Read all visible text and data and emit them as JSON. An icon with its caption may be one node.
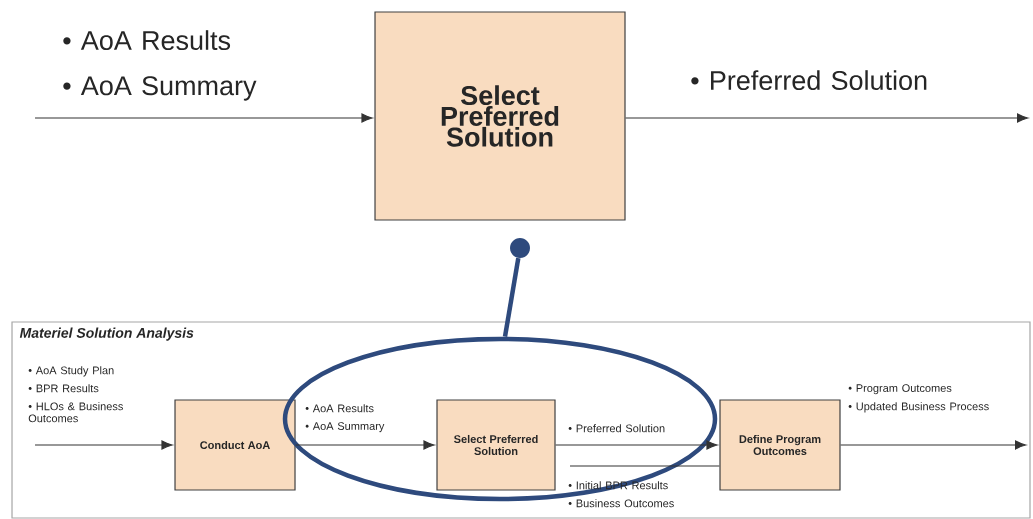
{
  "diagram": {
    "nodes": [
      {
        "text": [
          "Select Preferred Solution"
        ]
      },
      {
        "text": [
          "Materiel Solution Analysis"
        ]
      },
      {
        "text": [
          "Conduct AoA"
        ],
        "in": 1
      },
      {
        "text": [
          "Select Preferred Solution"
        ],
        "in": 5
      },
      {
        "text": [
          "Define Program Outcomes"
        ],
        "in": 1
      },
      {
        "text": [],
        "shape": "ellipse",
        "in": 1
      },
      {
        "text": [],
        "shape": "circle"
      }
    ],
    "edges": [
      {
        "from": null,
        "to": 0,
        "arrow": "to"
      },
      {
        "from": 0,
        "to": null,
        "arrow": "to"
      },
      {
        "from": null,
        "to": 2,
        "arrow": "to"
      },
      {
        "from": 2,
        "to": 3,
        "arrow": "to"
      },
      {
        "from": 3,
        "to": 4,
        "arrow": "to"
      },
      {
        "from": 4,
        "to": null,
        "arrow": "to"
      },
      {
        "from": null,
        "to": 4,
        "arrow": "none"
      },
      {
        "from": 5,
        "to": 6,
        "arrow": "none",
        "style": "thick",
        "color": "#2e4a7d"
      }
    ],
    "labels": [
      "• AoA Results",
      "• AoA Summary",
      "• Preferred Solution",
      "• AoA Study Plan",
      "• BPR Results",
      "• HLOs & Business Outcomes",
      "• AoA Results",
      "• AoA Summary",
      "• Preferred Solution",
      "• Initial BPR Results",
      "• Business Outcomes",
      "• Program Outcomes",
      "• Updated Business Process"
    ]
  }
}
